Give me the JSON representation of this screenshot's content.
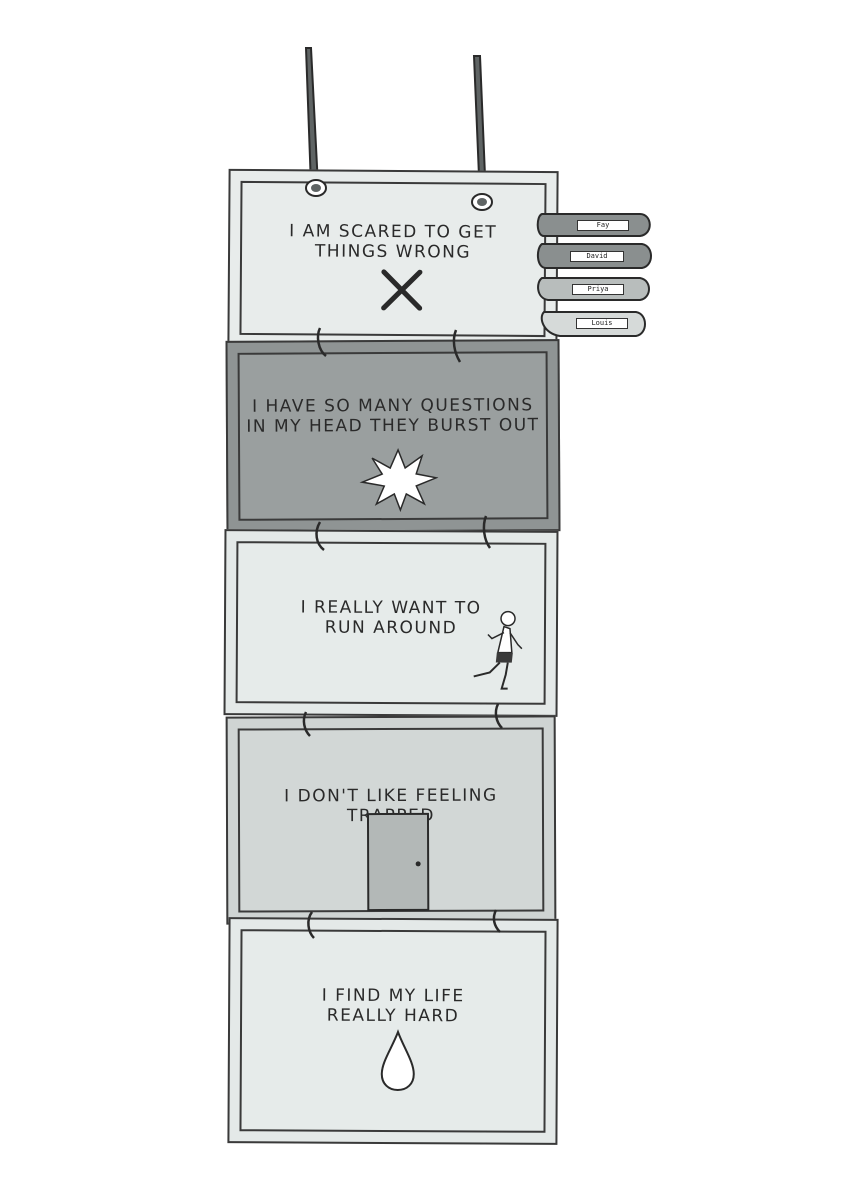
{
  "panels": [
    {
      "text": "I AM SCARED TO GET\nTHINGS WRONG",
      "icon": "cross-icon"
    },
    {
      "text": "I HAVE SO MANY QUESTIONS\nIN MY HEAD THEY BURST OUT",
      "icon": "burst-icon"
    },
    {
      "text": "I REALLY WANT TO\nRUN AROUND",
      "icon": "running-child-icon"
    },
    {
      "text": "I DON'T LIKE FEELING TRAPPED",
      "icon": "door-icon"
    },
    {
      "text": "I FIND MY LIFE\nREALLY HARD",
      "icon": "teardrop-icon"
    }
  ],
  "name_pegs": [
    {
      "name": "Fay",
      "color": "#8a8f8f"
    },
    {
      "name": "David",
      "color": "#8a8f8f"
    },
    {
      "name": "Priya",
      "color": "#b8bdbc"
    },
    {
      "name": "Louis",
      "color": "#d6dad9"
    }
  ],
  "colors": {
    "light_panel": "#e8eceb",
    "dark_panel": "#9a9f9f",
    "mid_panel": "#d2d7d6",
    "strap": "#5f6464",
    "line": "#3a3a3a"
  }
}
